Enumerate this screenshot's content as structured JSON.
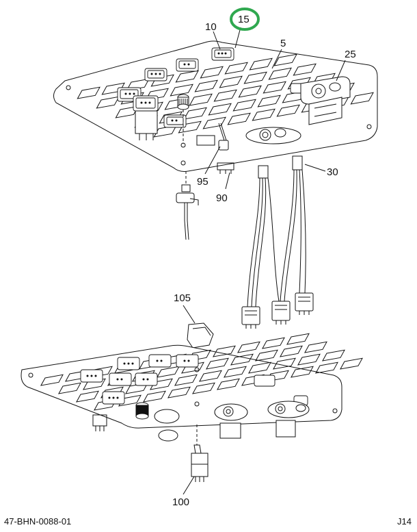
{
  "callouts": {
    "c15": "15",
    "c10": "10",
    "c5": "5",
    "c25": "25",
    "c30": "30",
    "c95": "95",
    "c90": "90",
    "c105": "105",
    "c100": "100"
  },
  "footer": {
    "doc_id": "47-BHN-0088-01",
    "sheet_id": "J14"
  },
  "colors": {
    "highlight_circle": "#2fa84f",
    "line": "#111111"
  }
}
